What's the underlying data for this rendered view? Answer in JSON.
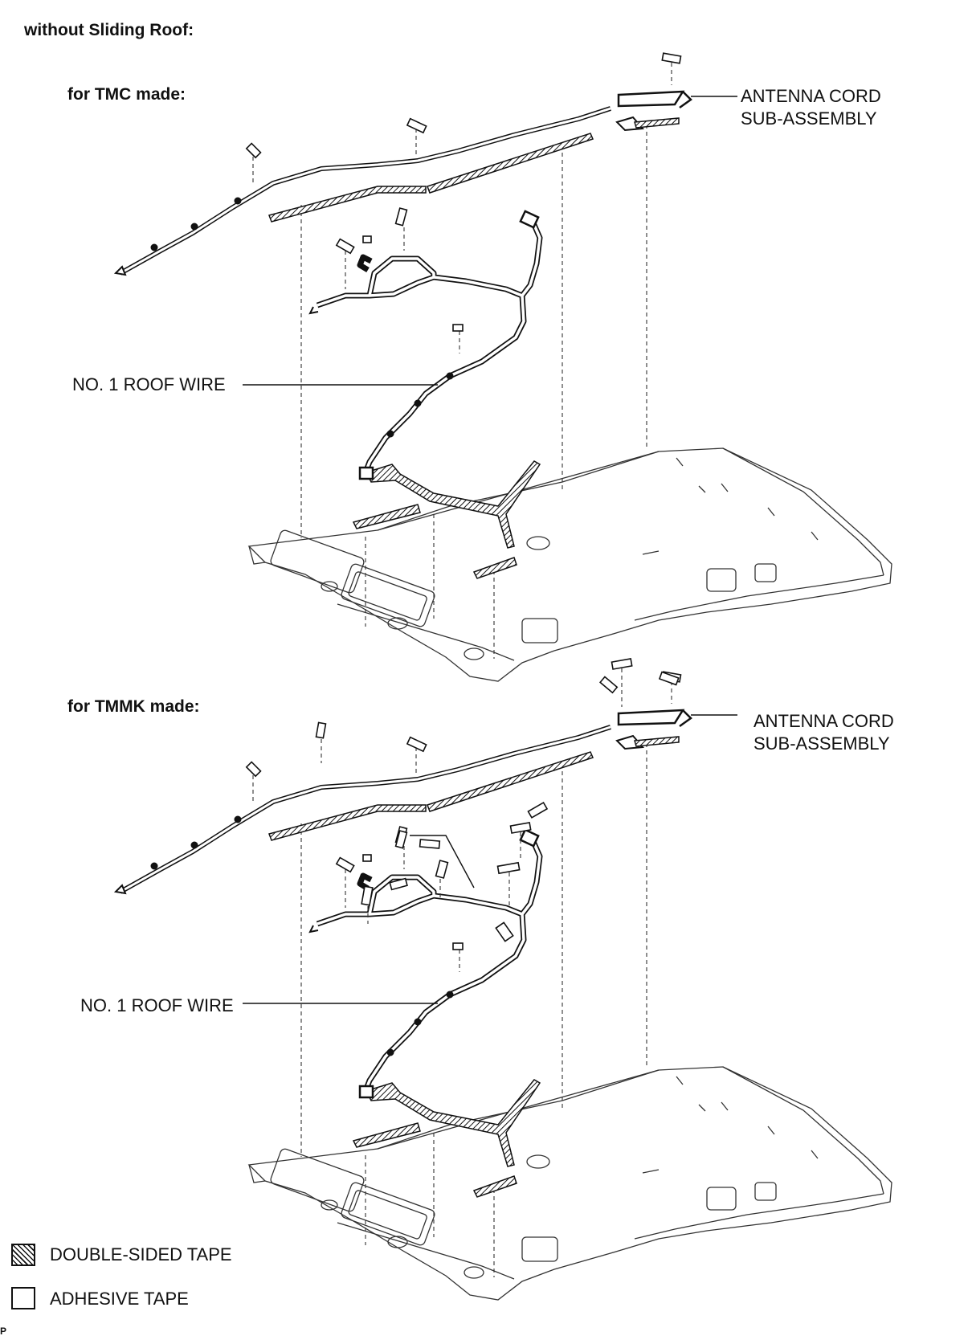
{
  "title": "without Sliding Roof:",
  "sections": [
    {
      "heading": "for TMC made:",
      "labels": {
        "antenna_line1": "ANTENNA CORD",
        "antenna_line2": "SUB-ASSEMBLY",
        "roof_wire": "NO. 1 ROOF WIRE"
      }
    },
    {
      "heading": "for TMMK made:",
      "labels": {
        "antenna_line1": "ANTENNA CORD",
        "antenna_line2": "SUB-ASSEMBLY",
        "roof_wire": "NO. 1 ROOF WIRE"
      }
    }
  ],
  "legend": [
    {
      "label": "DOUBLE-SIDED TAPE",
      "pattern": "hatched"
    },
    {
      "label": "ADHESIVE TAPE",
      "pattern": "plain"
    }
  ],
  "footer_mark": "P"
}
